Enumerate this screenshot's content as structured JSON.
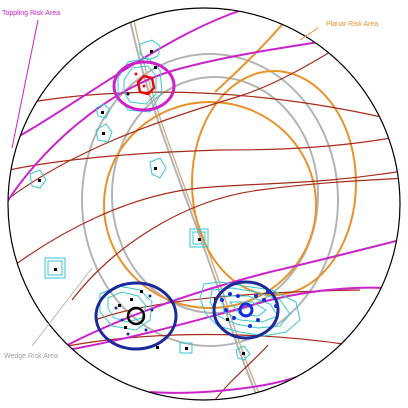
{
  "labels": {
    "toppling": "Toppling Risk Area",
    "planar": "Planar Risk Area",
    "wedge": "Wedge Risk Area"
  },
  "colors": {
    "toppling": "#cc22cc",
    "planar": "#e8922a",
    "wedge": "#b4b4b4",
    "great_circle": "#a82a1a",
    "contour": "#36c8d0",
    "set_blue": "#1a2a9a",
    "set_red": "#dd1111",
    "set_black": "#000000",
    "set_bright_blue": "#1030e0",
    "primitive": "#000000"
  }
}
